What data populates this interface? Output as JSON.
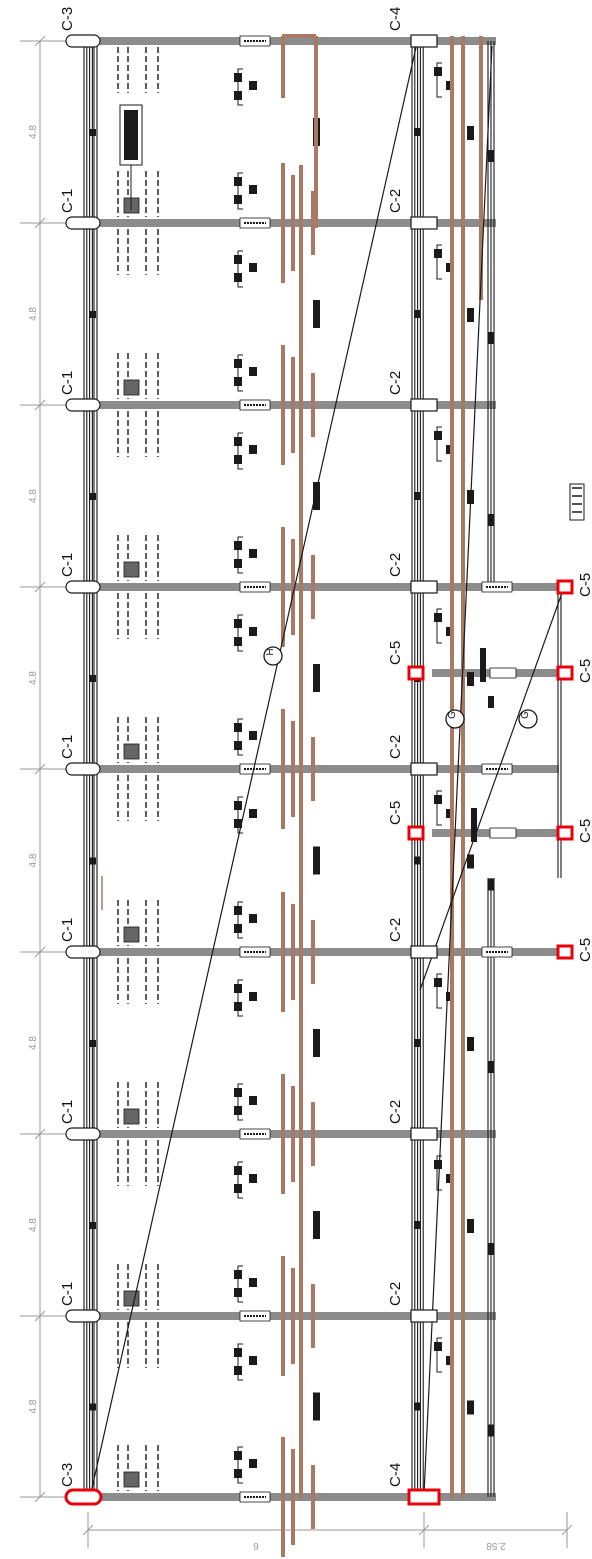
{
  "colors": {
    "structure": "#1a1a1a",
    "beam": "#a87a63",
    "highlight": "#e8000b",
    "dimension": "#9a9a9a",
    "background": "#ffffff"
  },
  "col_row_left": [
    "C-3",
    "C-1",
    "C-1",
    "C-1",
    "C-1",
    "C-1",
    "C-1",
    "C-1",
    "C-3"
  ],
  "col_row_middle": [
    "C-4",
    "C-2",
    "C-2",
    "C-2",
    "C-2",
    "C-2",
    "C-2",
    "C-2",
    "C-4"
  ],
  "col_extra_mid": [
    "C-5",
    "C-5"
  ],
  "col_row_right": [
    "C-5",
    "C-5",
    "C-5",
    "C-5"
  ],
  "bay_dims": [
    "4.8",
    "4.8",
    "4.8",
    "4.8",
    "4.8",
    "4.8",
    "4.8",
    "4.8"
  ],
  "bottom_dims": {
    "main": "6",
    "side": "2.58"
  },
  "markers": [
    "H",
    "G",
    "G"
  ]
}
